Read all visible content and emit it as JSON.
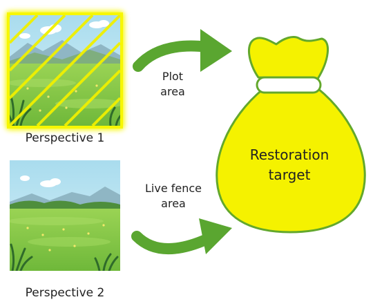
{
  "perspectives": [
    {
      "label": "Perspective 1",
      "highlighted": true
    },
    {
      "label": "Perspective 2",
      "highlighted": false
    }
  ],
  "arrows": [
    {
      "label_line1": "Plot",
      "label_line2": "area"
    },
    {
      "label_line1": "Live fence",
      "label_line2": "area"
    }
  ],
  "bag": {
    "line1": "Restoration",
    "line2": "target"
  },
  "colors": {
    "highlight": "#f7f700",
    "arrow": "#5aa630",
    "bag_fill": "#f5f200",
    "bag_outline": "#63a82c",
    "sky": "#bfe6f2",
    "grass": "#8fce4a"
  }
}
